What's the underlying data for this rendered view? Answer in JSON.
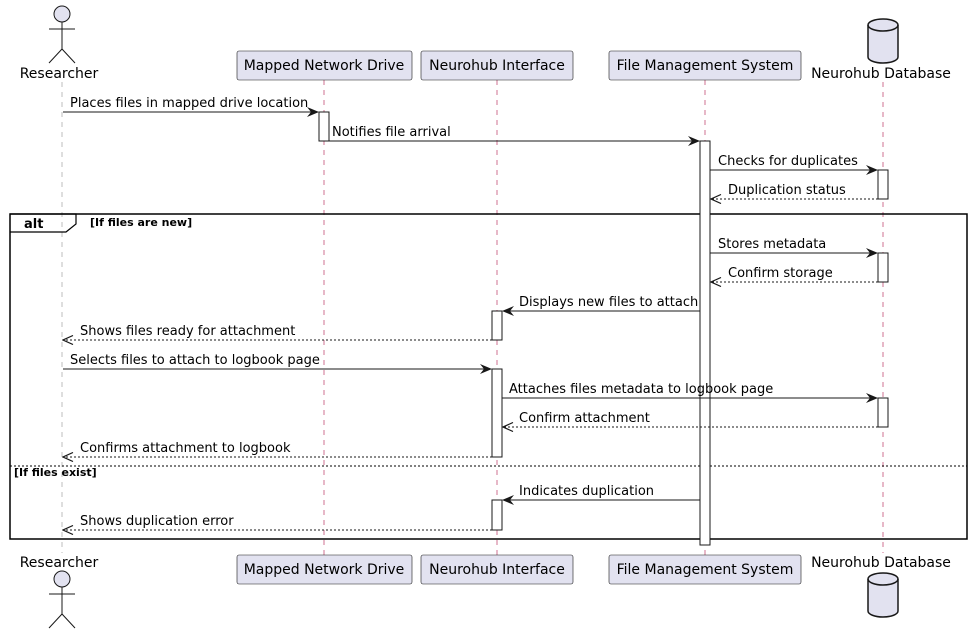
{
  "participants": {
    "researcher": "Researcher",
    "drive": "Mapped Network Drive",
    "interface": "Neurohub Interface",
    "fms": "File Management System",
    "database": "Neurohub Database"
  },
  "messages": [
    "Places files in mapped drive location",
    "Notifies file arrival",
    "Checks for duplicates",
    "Duplication status",
    "Stores metadata",
    "Confirm storage",
    "Displays new files to attach",
    "Shows files ready for attachment",
    "Selects files to attach to logbook page",
    "Attaches files metadata to logbook page",
    "Confirm attachment",
    "Confirms attachment to logbook",
    "Indicates duplication",
    "Shows duplication error"
  ],
  "alt": {
    "keyword": "alt",
    "guard_new": "[If files are new]",
    "guard_exist": "[If files exist]"
  }
}
